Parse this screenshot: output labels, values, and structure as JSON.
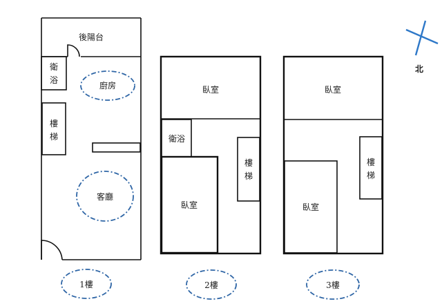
{
  "compass": {
    "north_label": "北",
    "color": "#2e78c8"
  },
  "oval_color": "#2f66a6",
  "floor1": {
    "rooms": {
      "back_balcony": "後陽台",
      "bathroom": "衛浴",
      "kitchen": "廚房",
      "stairs": "樓梯",
      "living_room": "客廳"
    },
    "floor_label": "1樓"
  },
  "floor2": {
    "rooms": {
      "bedroom_front": "臥室",
      "bathroom": "衛浴",
      "bedroom_back": "臥室",
      "stairs": "樓梯"
    },
    "floor_label": "2樓"
  },
  "floor3": {
    "rooms": {
      "bedroom_front": "臥室",
      "bedroom_back": "臥室",
      "stairs": "樓梯"
    },
    "floor_label": "3樓"
  }
}
